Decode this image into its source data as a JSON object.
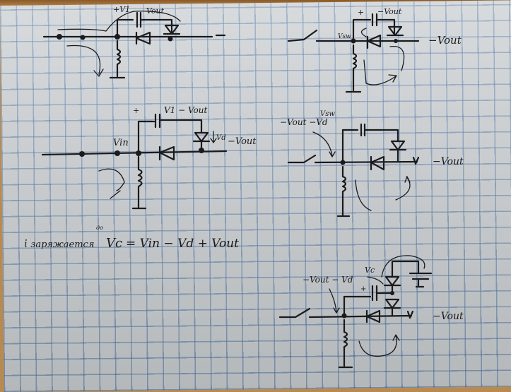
{
  "image": {
    "description": "Hand-drawn sketches of inverting buck-boost / charge-pump circuit stages on blue grid notebook paper",
    "ink_color": "#1b1a1c",
    "grid_color": "#5b7fa8",
    "paper_color": "#c9cdd0"
  },
  "sketches": [
    {
      "id": "sketch-1",
      "labels": {
        "cap_plus": "+V1",
        "cap_right": "Vout",
        "output": "—"
      }
    },
    {
      "id": "sketch-2",
      "labels": {
        "cap_plus": "+",
        "cap_right": "−Vout",
        "node": "Vsw",
        "output": "−Vout"
      }
    },
    {
      "id": "sketch-3",
      "labels": {
        "cap_plus": "+",
        "cap_top": "V1 − Vout",
        "diode_drop": "Vd",
        "node": "Vin",
        "output": "−Vout"
      }
    },
    {
      "id": "sketch-4",
      "labels": {
        "top_note": "Vsw",
        "node": "−Vout −Vd",
        "output": "−Vout"
      }
    },
    {
      "id": "sketch-5",
      "labels": {
        "cap_plus": "+",
        "cap_label": "Vc",
        "node": "−Vout − Vd",
        "output": "−Vout"
      }
    }
  ],
  "equation": {
    "prefix": "ἰ заряжается",
    "superscript": "до",
    "lhs": "Vc",
    "rhs": "= Vin − Vd + Vout"
  }
}
